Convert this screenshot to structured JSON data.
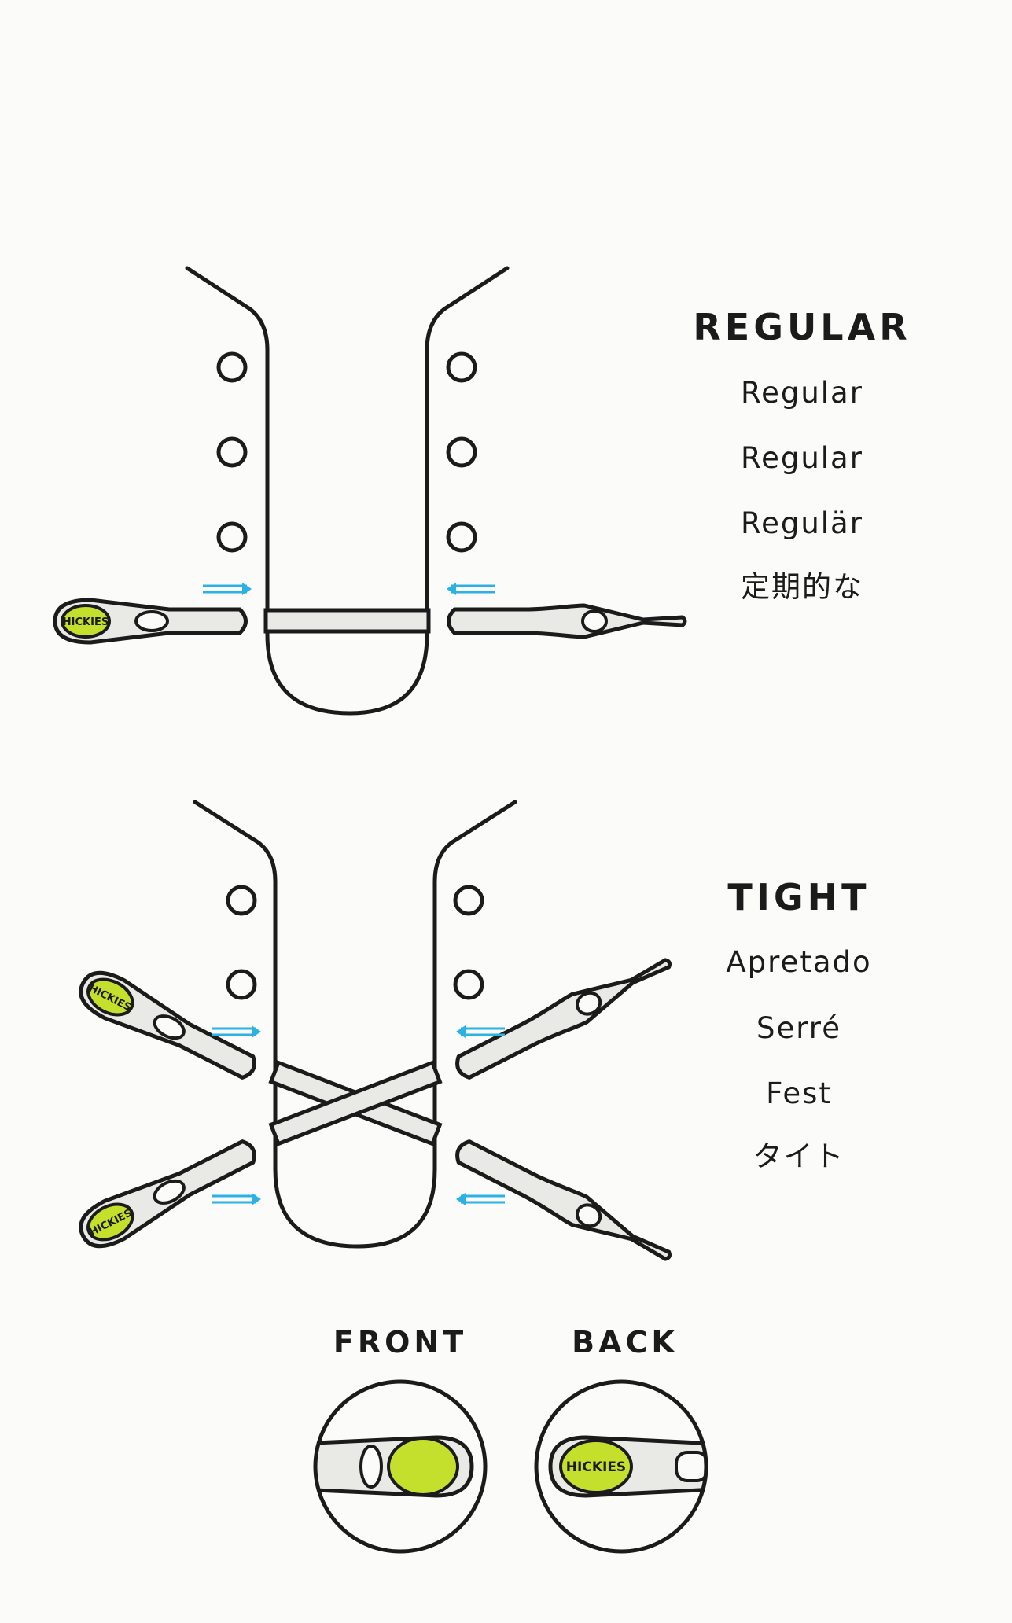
{
  "regular": {
    "heading": "REGULAR",
    "translations": [
      "Regular",
      "Regular",
      "Regulär",
      "定期的な"
    ]
  },
  "tight": {
    "heading": "TIGHT",
    "translations": [
      "Apretado",
      "Serré",
      "Fest",
      "タイト"
    ]
  },
  "views": {
    "front_label": "FRONT",
    "back_label": "BACK"
  },
  "brand": "HICKIES",
  "colors": {
    "lace_fill": "#e9e9e6",
    "brand_green": "#c4e02c",
    "arrow_blue": "#2bb1e3",
    "outline": "#1b1b1b"
  }
}
